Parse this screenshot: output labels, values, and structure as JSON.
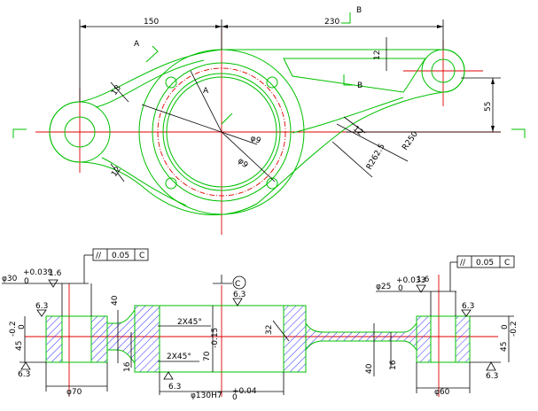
{
  "top_view": {
    "dims": {
      "d150": "150",
      "d230": "230",
      "d12_top": "12",
      "d55": "55",
      "d18": "18",
      "d12_left": "12",
      "d12_right": "12",
      "r250": "R250",
      "r262": "R262.5",
      "dia_small_1": "φ9",
      "dia_small_2": "φ9"
    },
    "section_labels": {
      "a1": "A",
      "a2": "A",
      "b1": "B",
      "b2": "B"
    }
  },
  "section_view": {
    "datum": "C",
    "left": {
      "bore": "φ30",
      "tol_upper": "+0.039",
      "tol_lower": "0",
      "rough_1": "1.6",
      "rough_2": "6.3",
      "rough_3": "6.3",
      "height": "45",
      "height_tol": "-0.2",
      "height_tol0": "0",
      "width_dia": "φ70",
      "d40": "40",
      "d16": "16"
    },
    "gdt_left": {
      "symbol": "//",
      "value": "0.05",
      "datum": "C"
    },
    "chamfer_1": "2X45°",
    "chamfer_2": "2X45°",
    "center": {
      "rough": "6.3",
      "d70": "70",
      "d70_tol": "-0.15",
      "bore": "φ130H7",
      "bore_tol": "+0.04",
      "bore_tol0": "0",
      "rough_bottom": "6.3",
      "d32": "32"
    },
    "right": {
      "bore": "φ25",
      "tol_upper": "+0.033",
      "tol_lower": "0",
      "rough_1": "1.6",
      "rough_2": "6.3",
      "rough_3": "6.3",
      "height": "45",
      "height_tol": "-0.2",
      "height_tol0": "0",
      "width_dia": "φ60",
      "d40": "40",
      "d16": "16"
    },
    "gdt_right": {
      "symbol": "//",
      "value": "0.05",
      "datum": "C"
    }
  }
}
